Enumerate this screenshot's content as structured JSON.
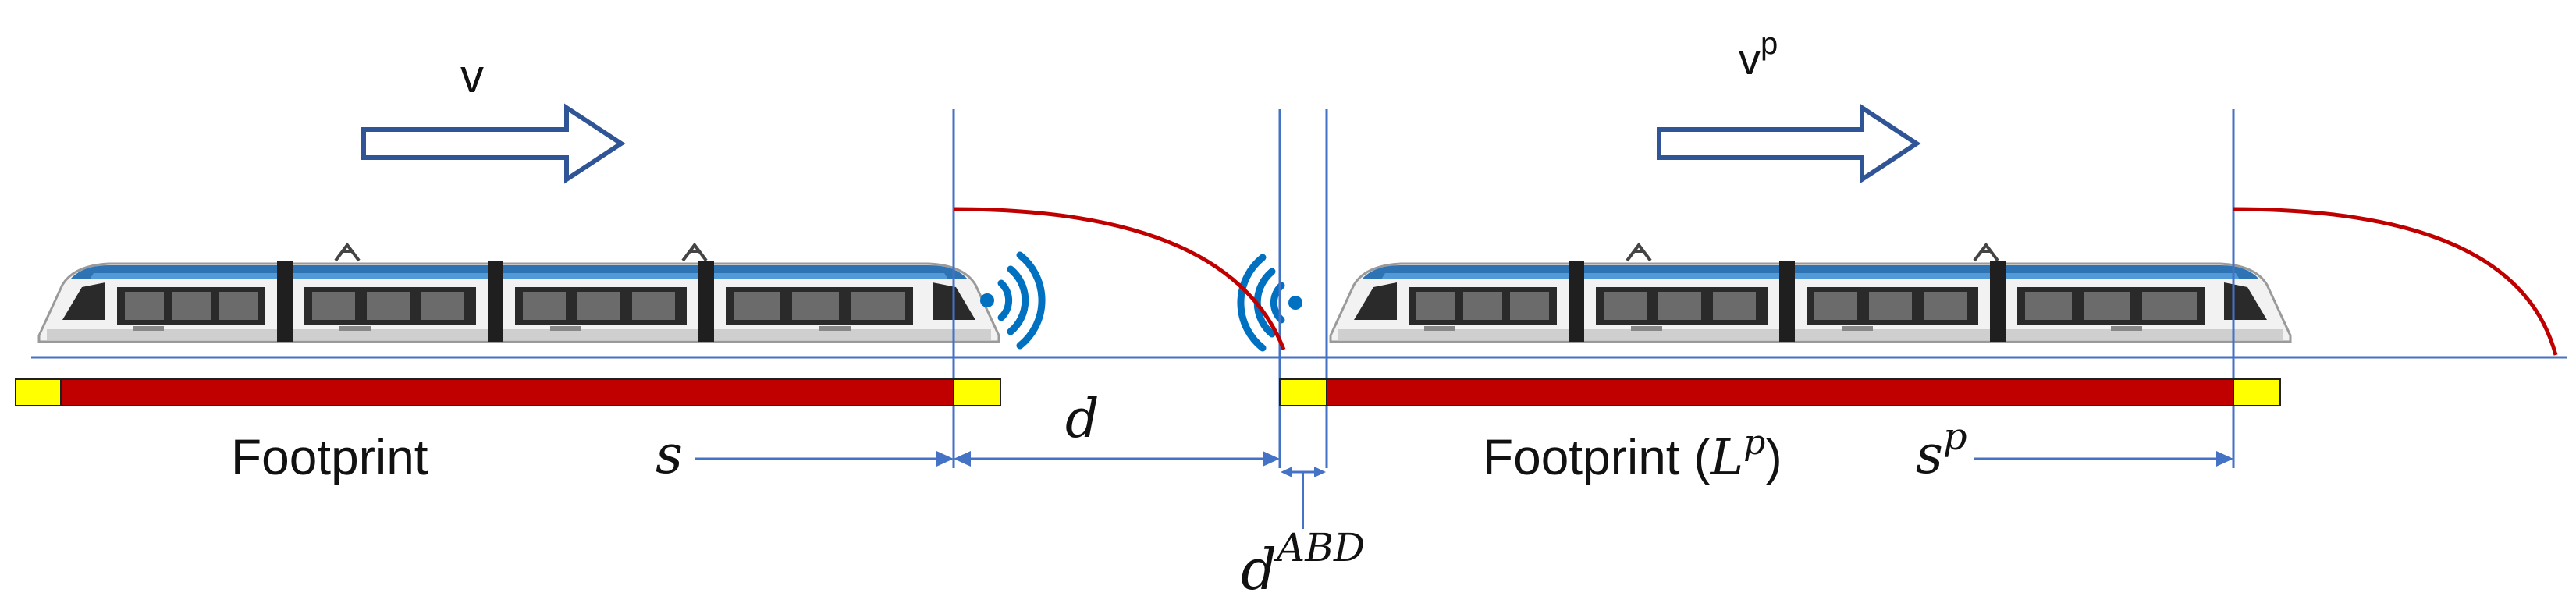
{
  "colors": {
    "track_line": "#4472c4",
    "dimension": "#4472c4",
    "braking_curve": "#c00000",
    "footprint_red": "#c00000",
    "footprint_margin": "#ffff00",
    "arrow_outline": "#2f5597",
    "signal_blue": "#0070c0",
    "tram_body": "#f2f2f2",
    "tram_blue": "#2e74b5",
    "tram_dark": "#1f1f1f"
  },
  "labels": {
    "velocity_own": "v",
    "velocity_pred": "v",
    "velocity_pred_sup": "p",
    "footprint_own": "Footprint",
    "footprint_pred_main": "Footprint (",
    "footprint_pred_L": "L",
    "footprint_pred_sup": "p",
    "footprint_pred_close": ")",
    "position_own": "s",
    "position_pred": "s",
    "position_pred_sup": "p",
    "distance": "d",
    "abd_base": "d",
    "abd_sup": "ABD"
  },
  "icons": {
    "own_train": "tram-icon",
    "pred_train": "tram-icon",
    "signal_out": "wireless-signal-icon",
    "signal_in": "wireless-signal-icon",
    "arrow": "right-arrow-icon"
  }
}
